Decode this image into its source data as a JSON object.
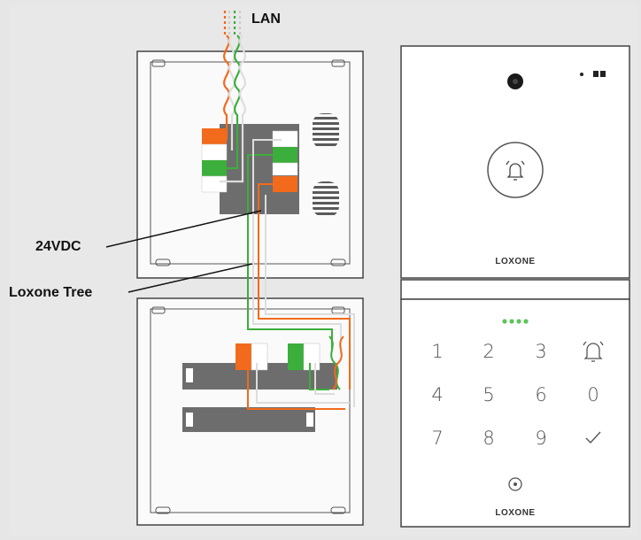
{
  "labels": {
    "lan": "LAN",
    "vdc": "24VDC",
    "tree": "Loxone Tree"
  },
  "intercom": {
    "brand": "LOXONE"
  },
  "keypad": {
    "brand": "LOXONE",
    "keys": [
      "1",
      "2",
      "3",
      "4",
      "5",
      "6",
      "7",
      "8",
      "9",
      "0"
    ]
  },
  "colors": {
    "orange": "#f26a1b",
    "green": "#3cae3c",
    "terminal_gray": "#6d6d6d",
    "led_green": "#5ec35e",
    "background": "#e6e6e6"
  },
  "icons": {
    "bell": "bell-icon",
    "check": "check-icon",
    "nfc": "nfc-reader-icon",
    "camera": "camera-icon"
  }
}
